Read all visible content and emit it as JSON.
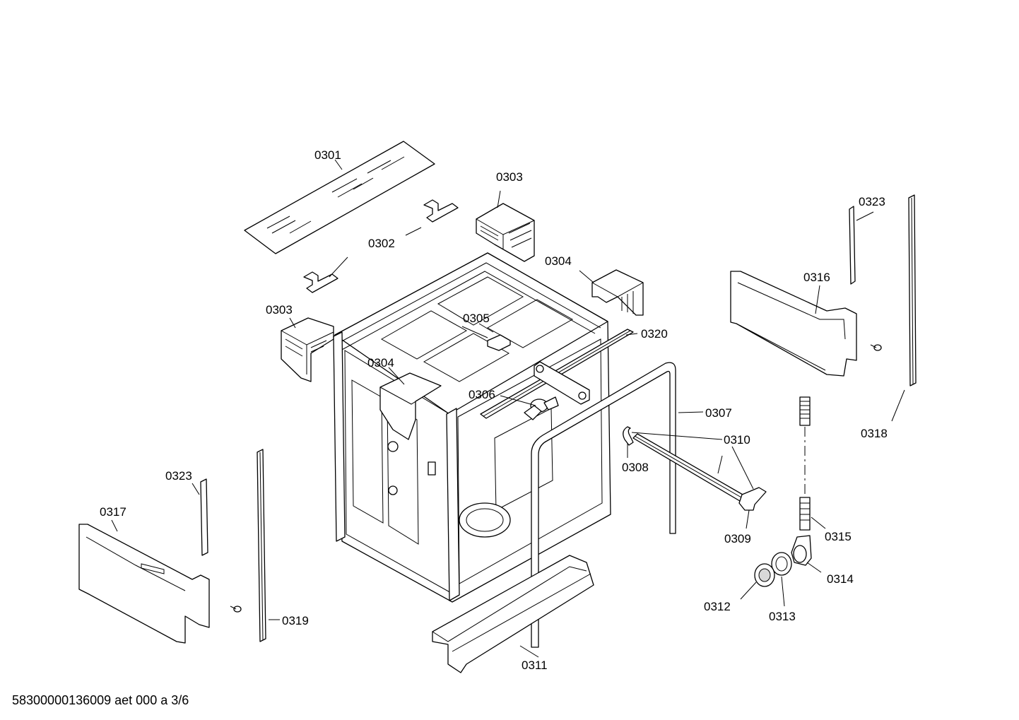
{
  "labels": {
    "l0301": "0301",
    "l0302": "0302",
    "l0303a": "0303",
    "l0303b": "0303",
    "l0304a": "0304",
    "l0304b": "0304",
    "l0305": "0305",
    "l0306": "0306",
    "l0307": "0307",
    "l0308": "0308",
    "l0309": "0309",
    "l0310": "0310",
    "l0311": "0311",
    "l0312": "0312",
    "l0313": "0313",
    "l0314": "0314",
    "l0315": "0315",
    "l0316": "0316",
    "l0317": "0317",
    "l0318": "0318",
    "l0319": "0319",
    "l0320": "0320",
    "l0323a": "0323",
    "l0323b": "0323"
  },
  "footer": "58300000136009 aet 000 a 3/6"
}
